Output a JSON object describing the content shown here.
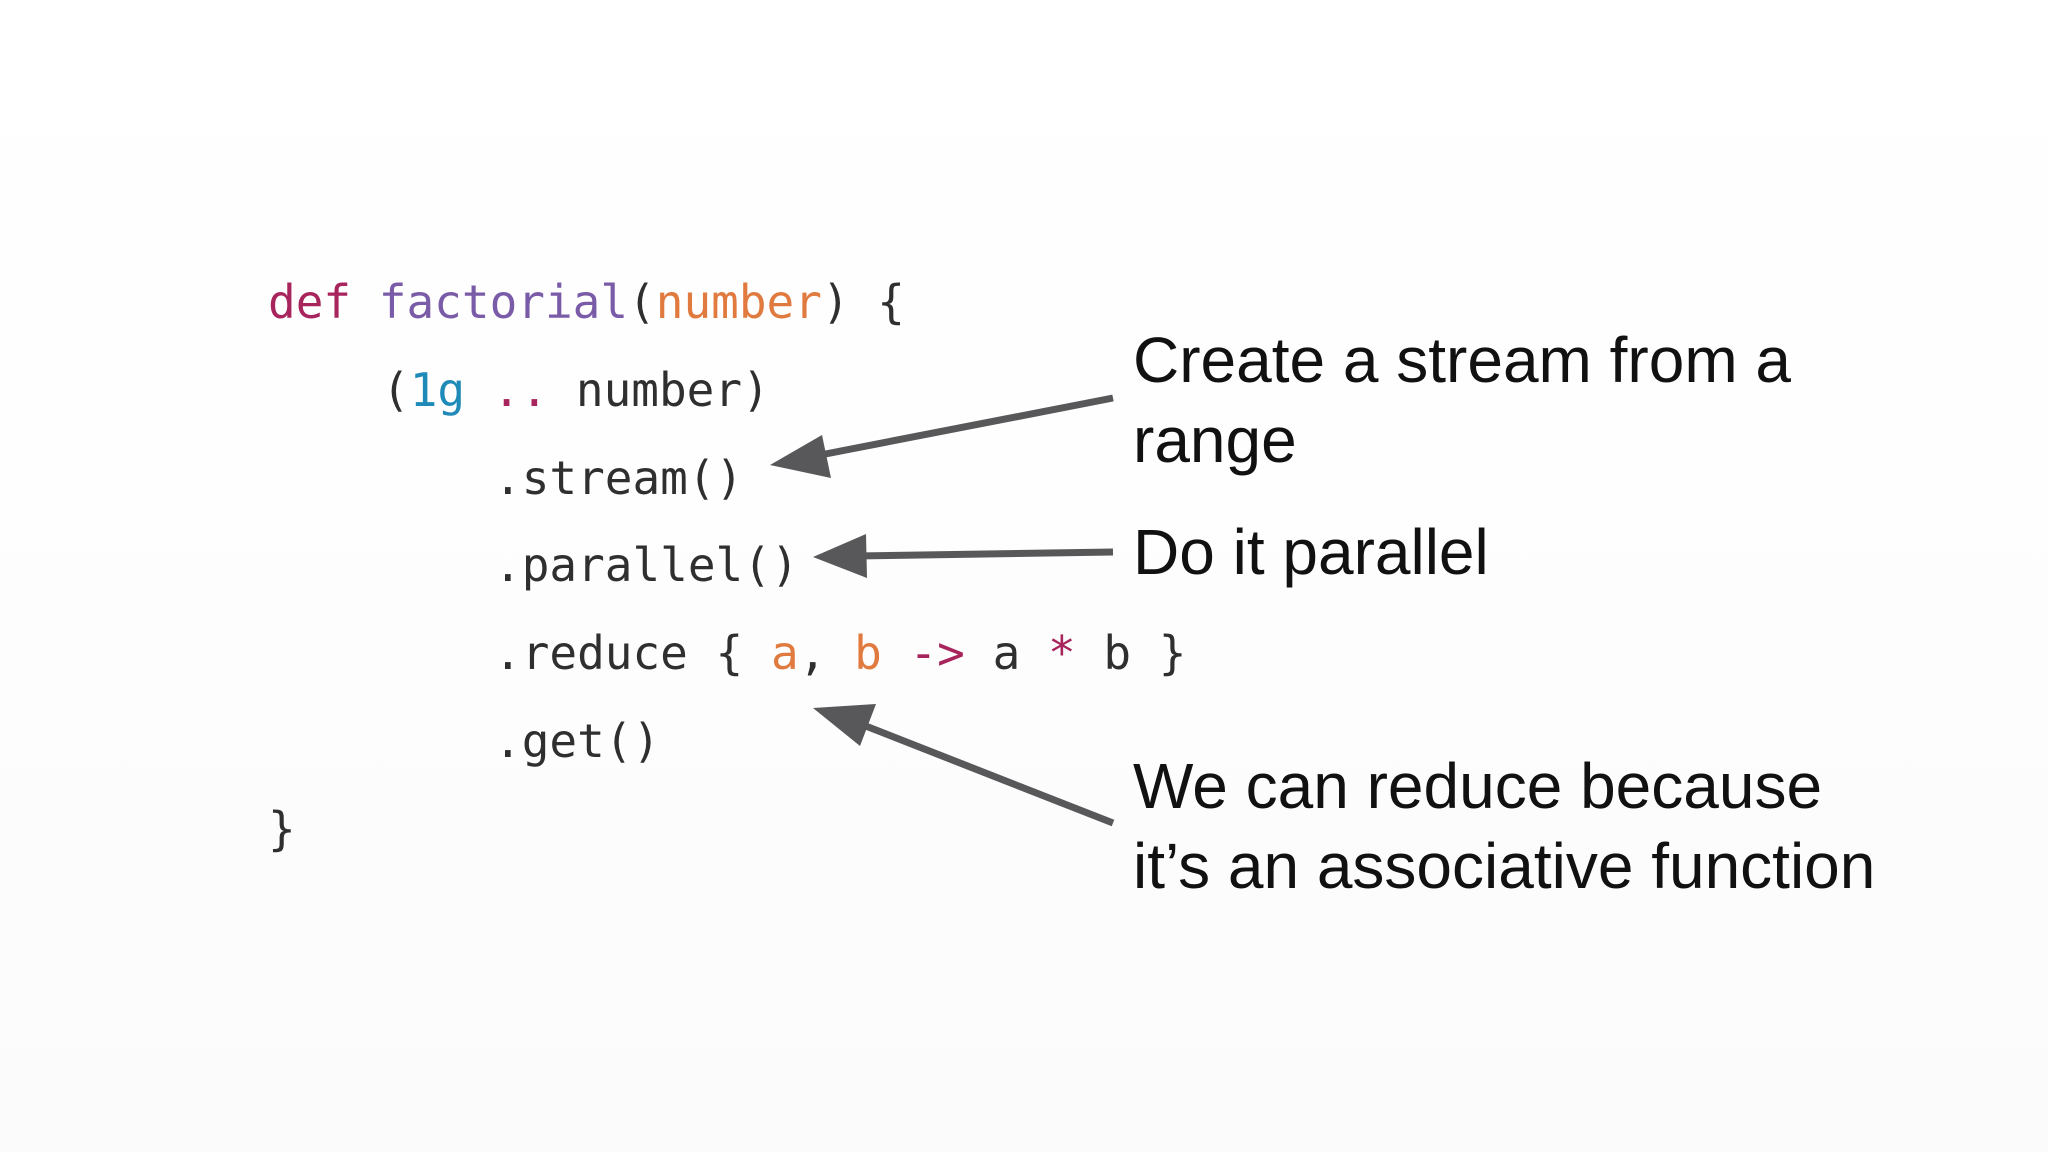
{
  "code": {
    "line1": {
      "kw": "def",
      "fn": "factorial",
      "open": "(",
      "param": "number",
      "close": ") {"
    },
    "line2": {
      "open": "(",
      "num": "1g",
      "dots": "..",
      "rest": "number)"
    },
    "line3": ".stream()",
    "line4": ".parallel()",
    "line5": {
      "start": ".reduce { ",
      "a": "a",
      "comma": ",",
      "b": "b",
      "arrow": "->",
      "x": "a",
      "star": "*",
      "y": "b",
      "end": "}"
    },
    "line6": ".get()",
    "line7": "}"
  },
  "annotations": {
    "stream": {
      "line1": "Create a stream from a",
      "line2": "range"
    },
    "parallel": "Do it parallel",
    "reduce": {
      "line1": "We can reduce because",
      "line2": "it’s an associative function"
    }
  },
  "colors": {
    "keyword": "#a8245c",
    "function": "#7a5ba8",
    "parameter": "#e07a3f",
    "number": "#1f8ab8",
    "arrow": "#58585a"
  }
}
